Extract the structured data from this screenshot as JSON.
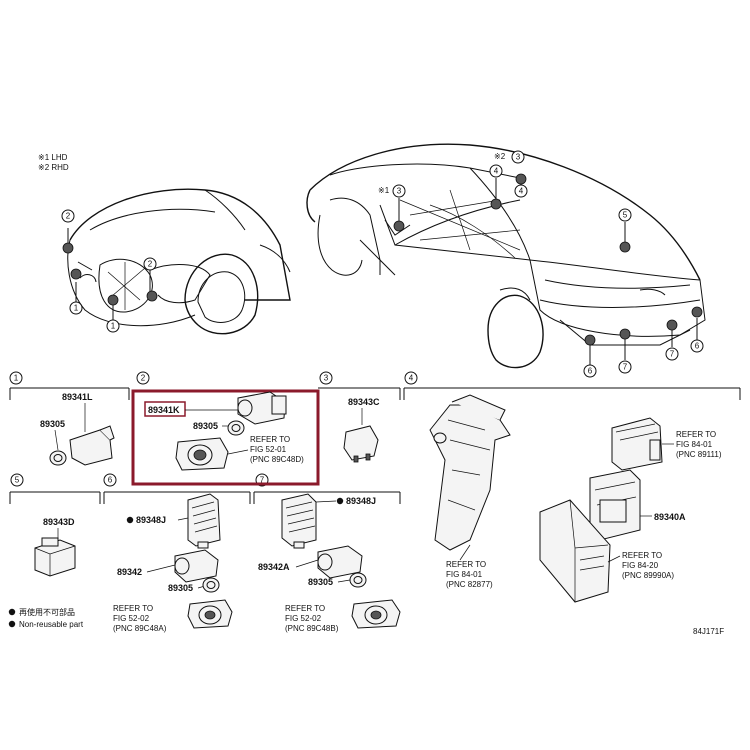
{
  "legend": {
    "lhd": "※1 LHD",
    "rhd": "※2 RHD",
    "mark1": "※1",
    "mark2": "※2",
    "non_reusable_jp": "再使用不可部品",
    "non_reusable_en": "Non-reusable part"
  },
  "callouts": [
    "1",
    "2",
    "3",
    "4",
    "5",
    "6",
    "7"
  ],
  "parts": {
    "p89341L": "89341L",
    "p89341K": "89341K",
    "p89305": "89305",
    "p89343C": "89343C",
    "p89343D": "89343D",
    "p89348J": "89348J",
    "p89342": "89342",
    "p89342A": "89342A",
    "p89340A": "89340A"
  },
  "refs": {
    "r52_01": {
      "line1": "REFER TO",
      "line2": "FIG 52-01",
      "line3": "(PNC 89C48D)"
    },
    "r52_02a": {
      "line1": "REFER TO",
      "line2": "FIG 52-02",
      "line3": "(PNC 89C48A)"
    },
    "r52_02b": {
      "line1": "REFER TO",
      "line2": "FIG 52-02",
      "line3": "(PNC 89C48B)"
    },
    "r84_01a": {
      "line1": "REFER TO",
      "line2": "FIG 84-01",
      "line3": "(PNC 89111)"
    },
    "r84_01b": {
      "line1": "REFER TO",
      "line2": "FIG 84-01",
      "line3": "(PNC 82877)"
    },
    "r84_20": {
      "line1": "REFER TO",
      "line2": "FIG 84-20",
      "line3": "(PNC 89990A)"
    }
  },
  "diagram_code": "84J171F",
  "colors": {
    "highlight": "#8b1a2b",
    "line": "#111111"
  }
}
